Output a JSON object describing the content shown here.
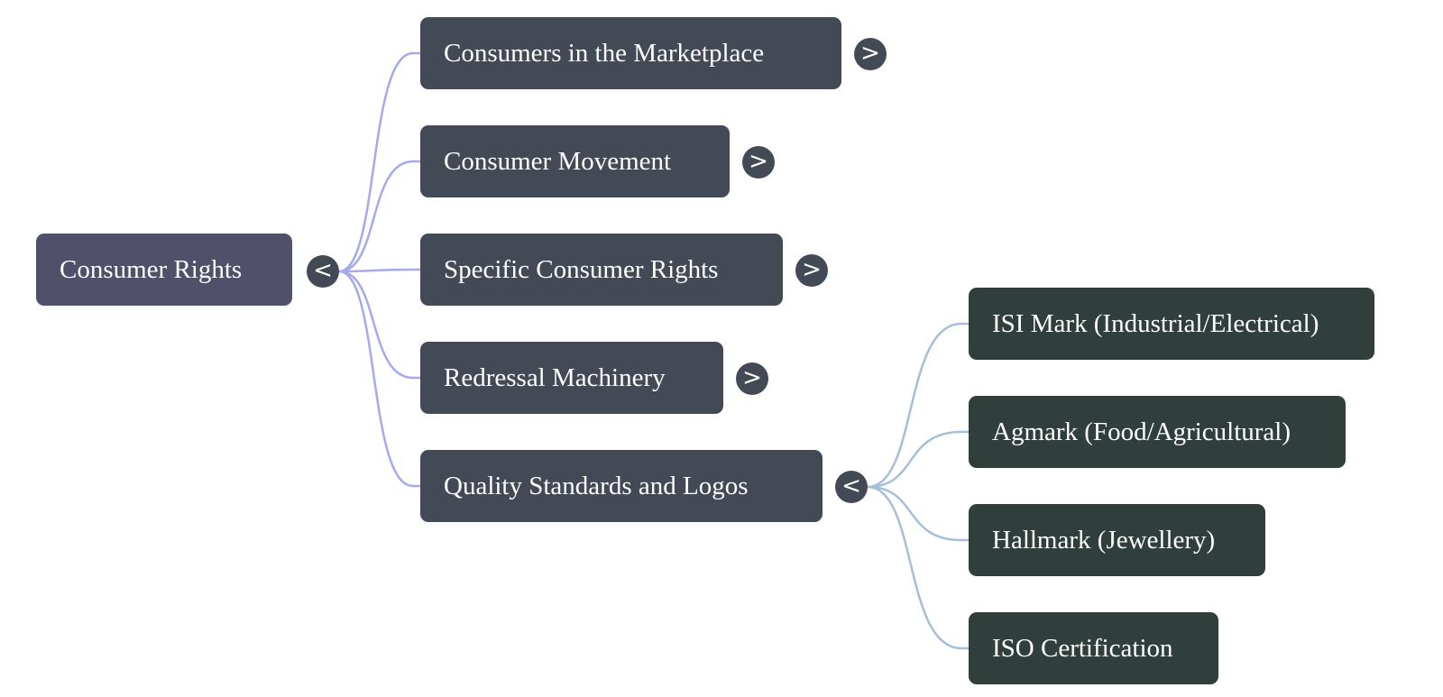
{
  "colors": {
    "root_fill": "#50506a",
    "branch_fill": "#434a55",
    "leaf_fill": "#313f3c",
    "root_edge": "#a6aaec",
    "branch_edge": "#a6bfd8"
  },
  "root": {
    "label": "Consumer Rights",
    "toggle": "<"
  },
  "branches": [
    {
      "label": "Consumers in the Marketplace",
      "toggle": ">"
    },
    {
      "label": "Consumer Movement",
      "toggle": ">"
    },
    {
      "label": "Specific Consumer Rights",
      "toggle": ">"
    },
    {
      "label": "Redressal Machinery",
      "toggle": ">"
    },
    {
      "label": "Quality Standards and Logos",
      "toggle": "<"
    }
  ],
  "leaves": [
    {
      "label": "ISI Mark (Industrial/Electrical)"
    },
    {
      "label": "Agmark (Food/Agricultural)"
    },
    {
      "label": "Hallmark (Jewellery)"
    },
    {
      "label": "ISO Certification"
    }
  ]
}
